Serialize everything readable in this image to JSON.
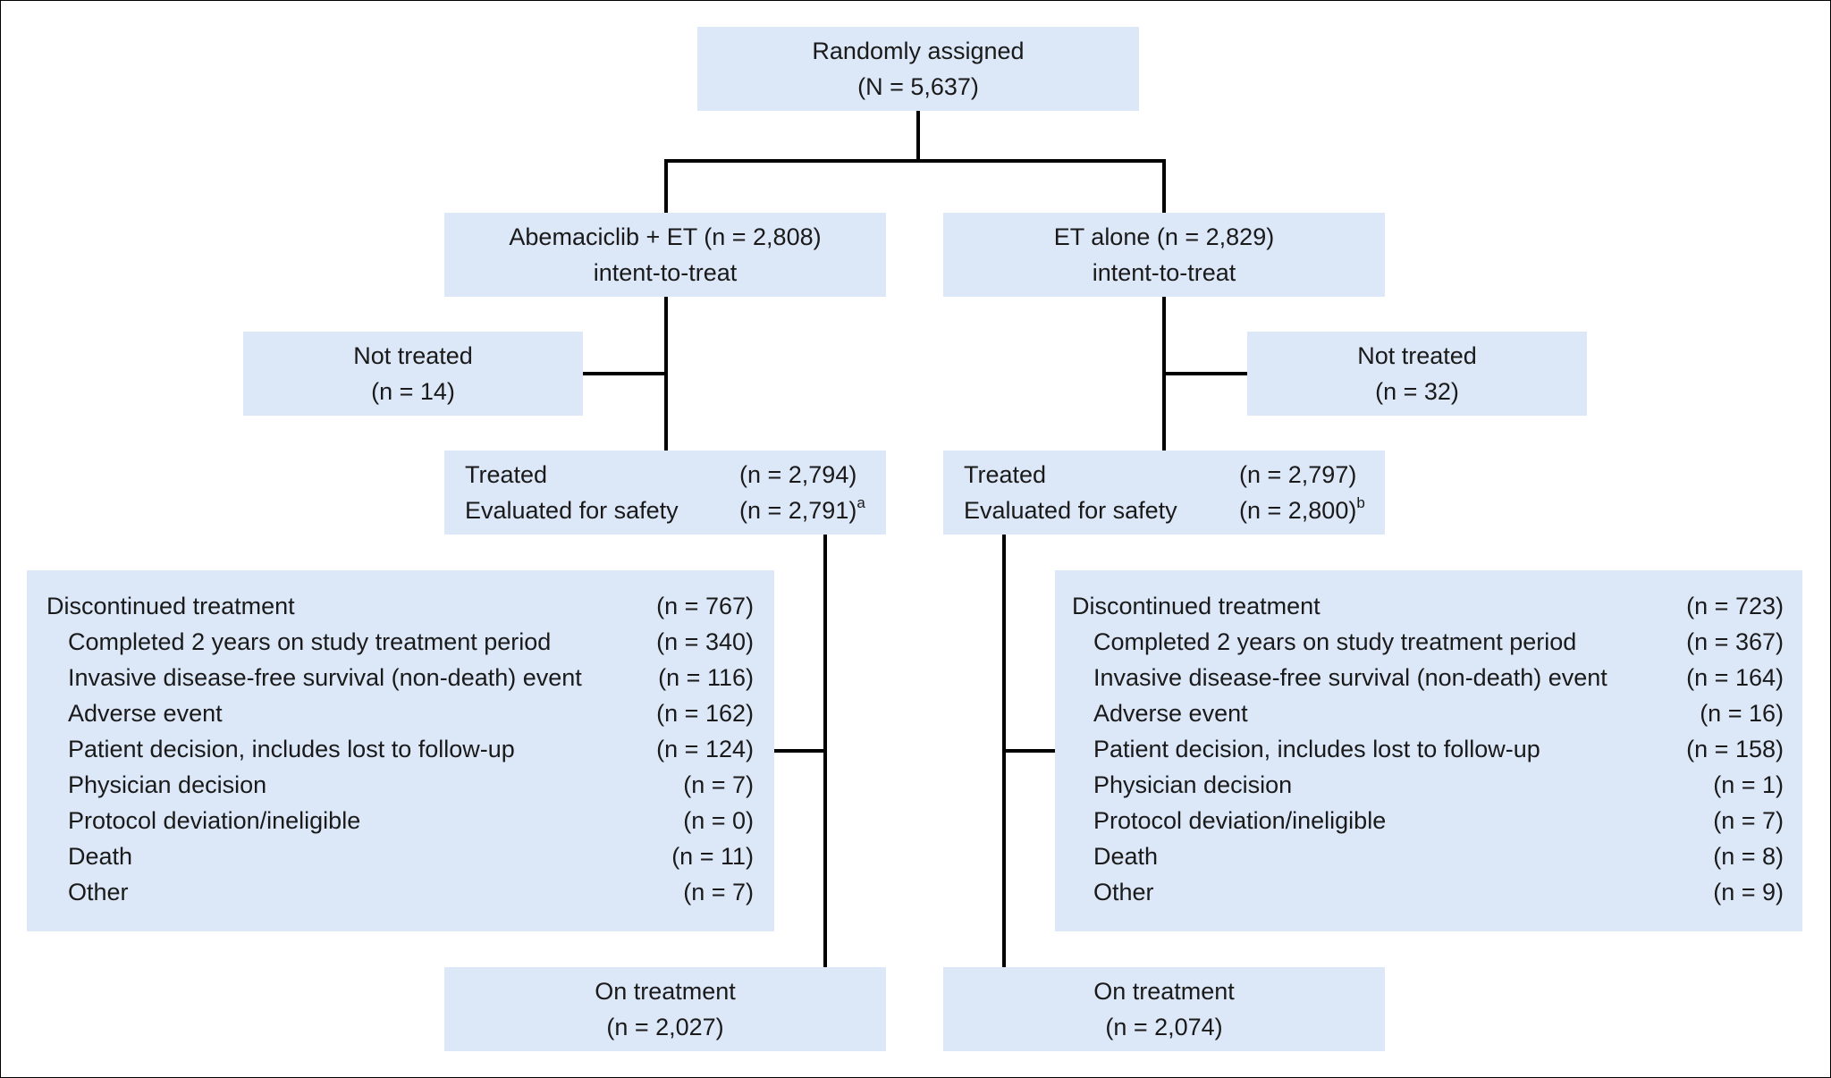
{
  "colors": {
    "box_fill": "#dce7f8",
    "line": "#000000",
    "text": "#1a1a1a"
  },
  "randomized": {
    "line1": "Randomly assigned",
    "line2": "(N = 5,637)"
  },
  "arms": [
    {
      "itt": {
        "line1": "Abemaciclib + ET (n = 2,808)",
        "line2": "intent-to-treat"
      },
      "not_treated": {
        "line1": "Not treated",
        "line2": "(n = 14)"
      },
      "treated": {
        "treated_label": "Treated",
        "treated_value": "(n = 2,794)",
        "safety_label": "Evaluated for safety",
        "safety_value": "(n = 2,791)",
        "safety_footnote": "a"
      },
      "discontinued": {
        "header_label": "Discontinued treatment",
        "header_value": "(n = 767)",
        "items": [
          {
            "label": "Completed 2 years on study treatment period",
            "value": "(n = 340)"
          },
          {
            "label": "Invasive disease-free survival (non-death) event",
            "value": "(n = 116)"
          },
          {
            "label": "Adverse event",
            "value": "(n = 162)"
          },
          {
            "label": "Patient decision, includes lost to follow-up",
            "value": "(n = 124)"
          },
          {
            "label": "Physician decision",
            "value": "(n = 7)"
          },
          {
            "label": "Protocol deviation/ineligible",
            "value": "(n = 0)"
          },
          {
            "label": "Death",
            "value": "(n = 11)"
          },
          {
            "label": "Other",
            "value": "(n = 7)"
          }
        ]
      },
      "on_treatment": {
        "line1": "On treatment",
        "line2": "(n = 2,027)"
      }
    },
    {
      "itt": {
        "line1": "ET alone (n = 2,829)",
        "line2": "intent-to-treat"
      },
      "not_treated": {
        "line1": "Not treated",
        "line2": "(n = 32)"
      },
      "treated": {
        "treated_label": "Treated",
        "treated_value": "(n = 2,797)",
        "safety_label": "Evaluated for safety",
        "safety_value": "(n = 2,800)",
        "safety_footnote": "b"
      },
      "discontinued": {
        "header_label": "Discontinued treatment",
        "header_value": "(n = 723)",
        "items": [
          {
            "label": "Completed 2 years on study treatment period",
            "value": "(n = 367)"
          },
          {
            "label": "Invasive disease-free survival (non-death) event",
            "value": "(n = 164)"
          },
          {
            "label": "Adverse event",
            "value": "(n = 16)"
          },
          {
            "label": "Patient decision, includes lost to follow-up",
            "value": "(n = 158)"
          },
          {
            "label": "Physician decision",
            "value": "(n = 1)"
          },
          {
            "label": "Protocol deviation/ineligible",
            "value": "(n = 7)"
          },
          {
            "label": "Death",
            "value": "(n = 8)"
          },
          {
            "label": "Other",
            "value": "(n = 9)"
          }
        ]
      },
      "on_treatment": {
        "line1": "On treatment",
        "line2": "(n = 2,074)"
      }
    }
  ]
}
